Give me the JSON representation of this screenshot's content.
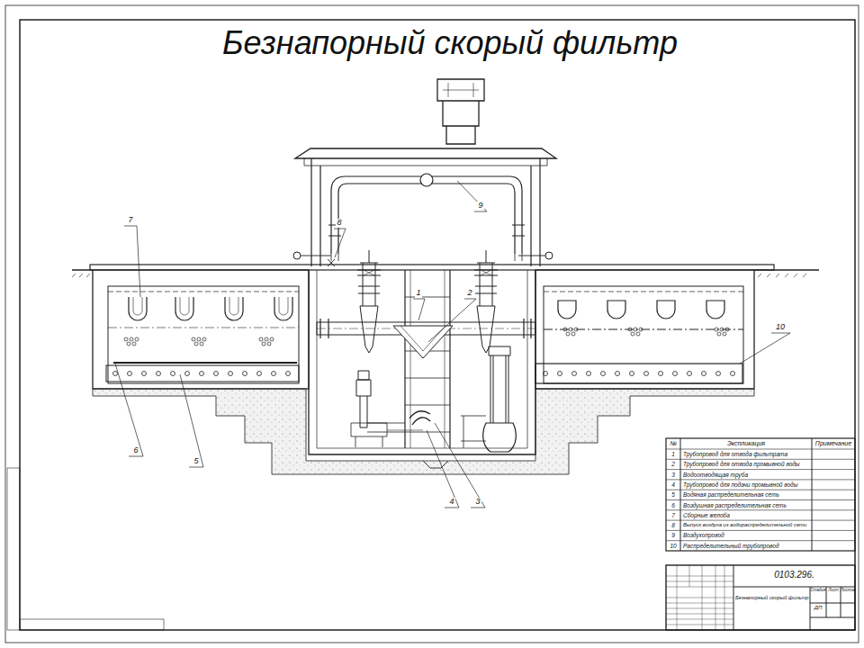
{
  "diagram": {
    "title": "Безнапорный скорый фильтр",
    "labels": [
      "7",
      "8",
      "9",
      "1",
      "2",
      "10",
      "6",
      "5",
      "4",
      "3",
      "№",
      "Экспликация",
      "Примечание",
      "1",
      "Трубопровод для отвода фильтрата",
      "2",
      "Трубопровод для отвода промывной воды",
      "3",
      "Водоотводящая труба",
      "4",
      "Трубопровод для подачи промывной воды",
      "5",
      "Водяная распределительная сеть",
      "6",
      "Воздушная распределительная сеть",
      "7",
      "Сборные желоба",
      "8",
      "Выпуск воздуха из водораспределительной сети",
      "9",
      "Воздухопровод",
      "10",
      "Распределительный трубопровод",
      "0103.296.",
      "Безнапорный скорый фильтр",
      "Стадия",
      "Лист",
      "Листов",
      "ДП"
    ]
  }
}
